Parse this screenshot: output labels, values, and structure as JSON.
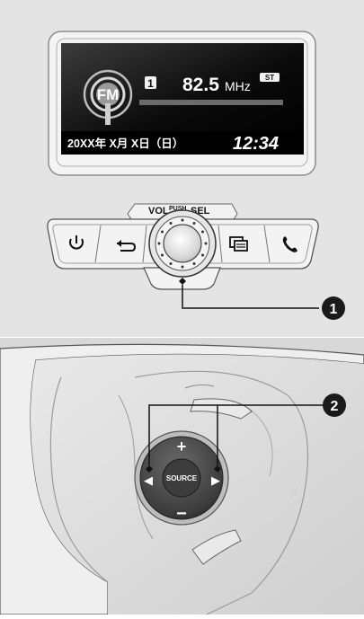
{
  "display": {
    "band_logo": "FM",
    "preset": "1",
    "frequency": "82.5",
    "unit": "MHz",
    "stereo_badge": "ST",
    "date": "20XX年 X月 X日（日）",
    "time": "12:34"
  },
  "control_panel": {
    "knob_label_vol": "VOL",
    "knob_label_push": "PUSH",
    "knob_label_sel": "SEL",
    "power_icon": "power-icon",
    "back_icon": "back-arrow-icon",
    "screen_icon": "screen-toggle-icon",
    "phone_icon": "phone-icon"
  },
  "steering": {
    "plus": "+",
    "minus": "−",
    "source": "SOURCE",
    "left_arrow": "◀",
    "right_arrow": "▶"
  },
  "callouts": {
    "c1": "1",
    "c2": "2"
  },
  "colors": {
    "panel_bg": "#e3e3e3",
    "display_border": "#8a8a8a",
    "wheel_bg": "#d9d9d9",
    "callout": "#1a1a1a"
  }
}
